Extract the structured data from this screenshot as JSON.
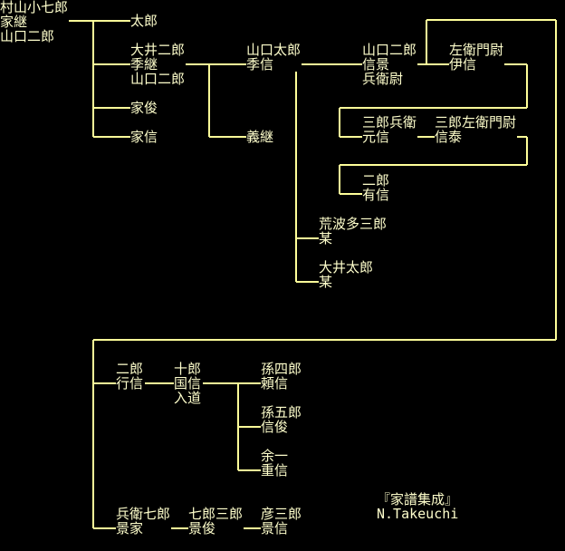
{
  "diagram_type": "genealogy-tree",
  "colors": {
    "background": "#000000",
    "text": "#ffffcc",
    "lines": "#ffff99"
  },
  "nodes": {
    "root": {
      "lines": [
        "村山小七郎",
        "家継",
        "山口二郎"
      ]
    },
    "taro": {
      "lines": [
        "太郎"
      ]
    },
    "suetsugu": {
      "lines": [
        "大井二郎",
        "季継",
        "山口二郎"
      ]
    },
    "ietoshi": {
      "lines": [
        "家俊"
      ]
    },
    "ienobu": {
      "lines": [
        "家信"
      ]
    },
    "suenobu": {
      "lines": [
        "山口太郎",
        "季信"
      ]
    },
    "yoshitsugu": {
      "lines": [
        "義継"
      ]
    },
    "nobukage": {
      "lines": [
        "山口二郎",
        "信景",
        "兵衛尉"
      ]
    },
    "korenobu": {
      "lines": [
        "左衛門尉",
        "伊信"
      ]
    },
    "motonobu": {
      "lines": [
        "三郎兵衛",
        "元信"
      ]
    },
    "nobuyasu": {
      "lines": [
        "三郎左衛門尉",
        "信泰"
      ]
    },
    "arinobu": {
      "lines": [
        "二郎",
        "有信"
      ]
    },
    "arahata": {
      "lines": [
        "荒波多三郎",
        "某"
      ]
    },
    "oi_taro": {
      "lines": [
        "大井太郎",
        "某"
      ]
    },
    "yukinobu": {
      "lines": [
        "二郎",
        "行信"
      ]
    },
    "kuninobu": {
      "lines": [
        "十郎",
        "国信",
        "入道"
      ]
    },
    "yorinobu": {
      "lines": [
        "孫四郎",
        "頼信"
      ]
    },
    "nobutoshi": {
      "lines": [
        "孫五郎",
        "信俊"
      ]
    },
    "shigenobu": {
      "lines": [
        "余一",
        "重信"
      ]
    },
    "kageie": {
      "lines": [
        "兵衛七郎",
        "景家"
      ]
    },
    "kagetoshi": {
      "lines": [
        "七郎三郎",
        "景俊"
      ]
    },
    "kagenobu": {
      "lines": [
        "彦三郎",
        "景信"
      ]
    }
  },
  "edges": [
    [
      "root",
      "taro"
    ],
    [
      "root",
      "suetsugu"
    ],
    [
      "root",
      "ietoshi"
    ],
    [
      "root",
      "ienobu"
    ],
    [
      "suetsugu",
      "suenobu"
    ],
    [
      "suetsugu",
      "yoshitsugu"
    ],
    [
      "suenobu",
      "nobukage"
    ],
    [
      "suenobu",
      "arahata"
    ],
    [
      "suenobu",
      "oi_taro"
    ],
    [
      "nobukage",
      "korenobu"
    ],
    [
      "korenobu",
      "motonobu"
    ],
    [
      "motonobu",
      "nobuyasu"
    ],
    [
      "nobuyasu",
      "arinobu"
    ],
    [
      "nobukage",
      "yukinobu"
    ],
    [
      "nobukage",
      "kageie"
    ],
    [
      "yukinobu",
      "kuninobu"
    ],
    [
      "kuninobu",
      "yorinobu"
    ],
    [
      "kuninobu",
      "nobutoshi"
    ],
    [
      "kuninobu",
      "shigenobu"
    ],
    [
      "kageie",
      "kagetoshi"
    ],
    [
      "kagetoshi",
      "kagenobu"
    ]
  ],
  "credit": {
    "source": "『家譜集成』",
    "author": "N.Takeuchi"
  }
}
